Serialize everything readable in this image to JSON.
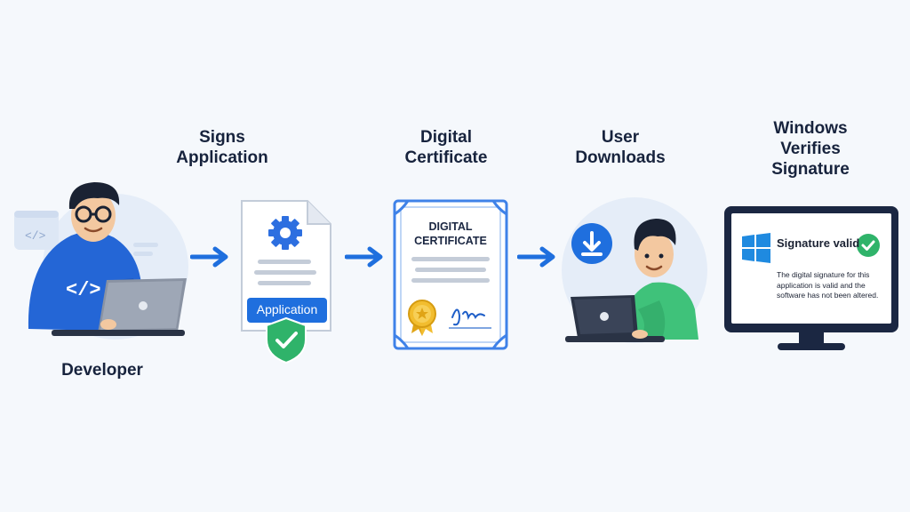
{
  "steps": [
    {
      "id": "developer",
      "label_lines": [
        "Developer"
      ]
    },
    {
      "id": "sign",
      "label_lines": [
        "Signs",
        "Application"
      ],
      "badge": "Application"
    },
    {
      "id": "certificate",
      "label_lines": [
        "Digital",
        "Certificate"
      ],
      "title_lines": [
        "DIGITAL",
        "CERTIFICATE"
      ]
    },
    {
      "id": "download",
      "label_lines": [
        "User",
        "Downloads"
      ]
    },
    {
      "id": "verify",
      "label_lines": [
        "Windows",
        "Verifies",
        "Signature"
      ],
      "status": "Signature valid",
      "message_lines": [
        "The digital signature for this",
        "application is valid and the",
        "software has not been altered."
      ]
    }
  ],
  "colors": {
    "primary": "#1f6fde",
    "navy": "#1b2742",
    "green": "#2fb36a",
    "shirt": "#3fc27a",
    "background": "#f5f8fc"
  },
  "icons": [
    "code-icon",
    "gear-icon",
    "shield-check-icon",
    "seal-icon",
    "download-icon",
    "windows-logo-icon",
    "check-circle-icon",
    "arrow-right-icon"
  ]
}
